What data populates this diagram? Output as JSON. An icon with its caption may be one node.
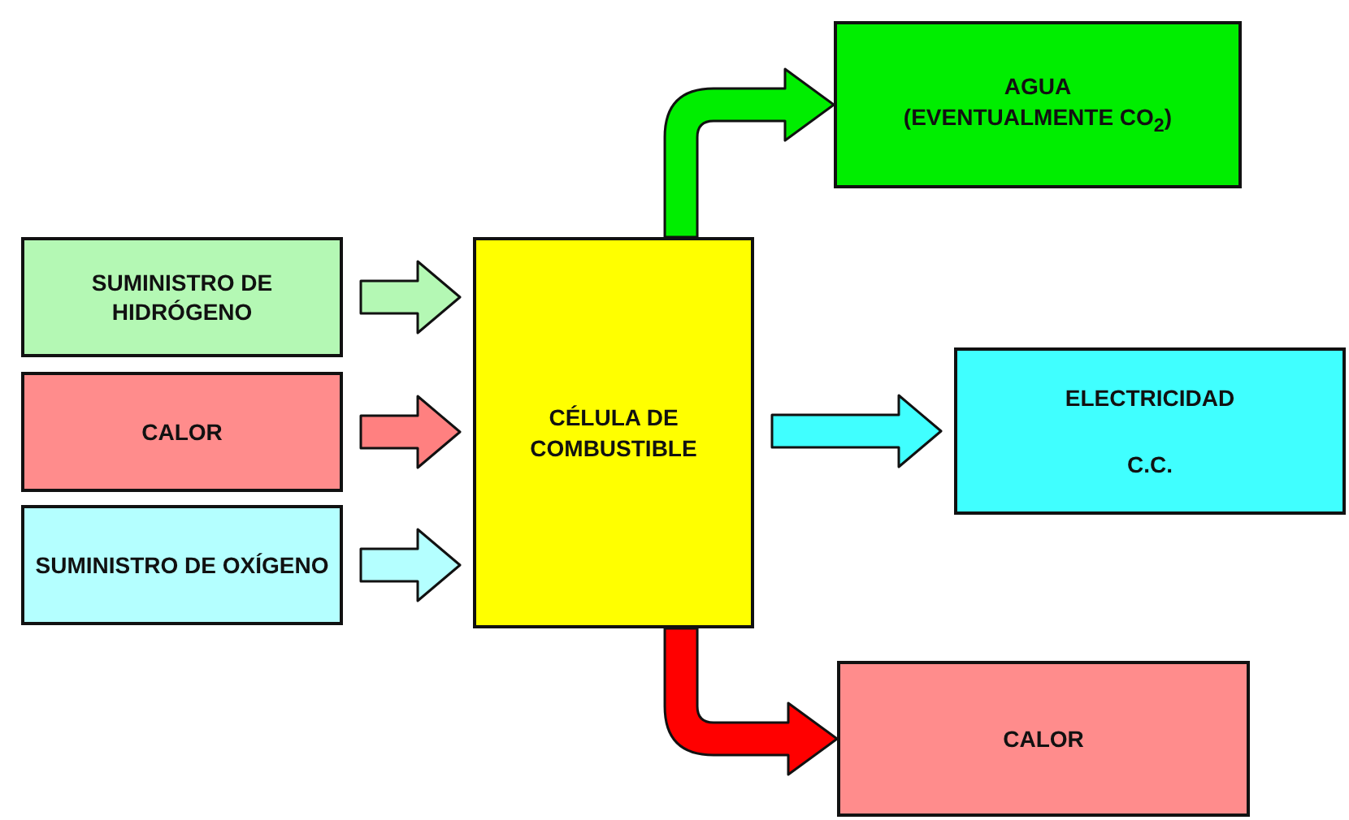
{
  "diagram": {
    "nodes": [
      {
        "text": [
          "SUMINISTRO DE HIDRÓGENO"
        ]
      },
      {
        "text": [
          "CALOR"
        ]
      },
      {
        "text": [
          "SUMINISTRO DE OXÍGENO"
        ]
      },
      {
        "text": [
          "CÉLULA DE COMBUSTIBLE"
        ]
      },
      {
        "text": [
          "AGUA",
          "(EVENTUALMENTE CO$_{2}$)"
        ]
      },
      {
        "text": [
          "ELECTRICIDAD",
          "C.C."
        ]
      },
      {
        "text": [
          "CALOR"
        ]
      }
    ],
    "edges": [
      {
        "from": 0,
        "to": 3,
        "arrow": "to",
        "color": "#b4f8b4"
      },
      {
        "from": 1,
        "to": 3,
        "arrow": "to",
        "color": "#ff8080"
      },
      {
        "from": 2,
        "to": 3,
        "arrow": "to",
        "color": "#b4ffff"
      },
      {
        "from": 3,
        "to": 4,
        "arrow": "to",
        "color": "#00ee00"
      },
      {
        "from": 3,
        "to": 5,
        "arrow": "to",
        "color": "#40ffff"
      },
      {
        "from": 3,
        "to": 6,
        "arrow": "to",
        "color": "#ff0000"
      }
    ]
  }
}
